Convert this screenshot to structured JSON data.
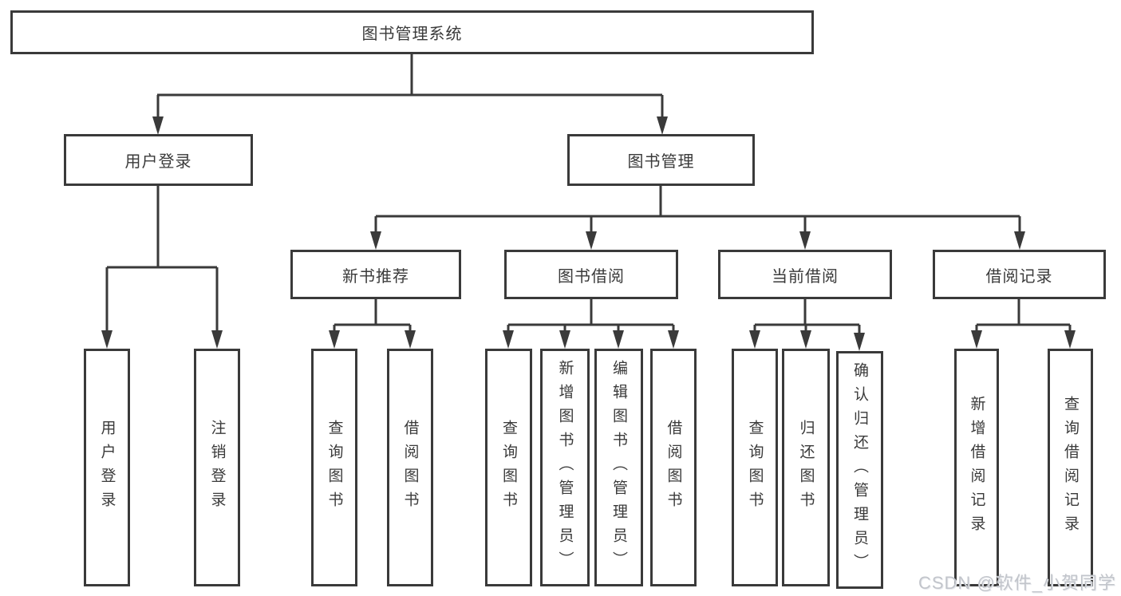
{
  "colors": {
    "line": "#3a3a3a",
    "box_border": "#3a3a3a",
    "text": "#3a3a3a",
    "background": "#ffffff",
    "watermark": "#c2c5cb"
  },
  "watermark": {
    "text": "CSDN @软件_小贺同学"
  },
  "tree": {
    "label": "图书管理系统",
    "children": [
      {
        "label": "用户登录",
        "children": [
          {
            "label": "用户登录"
          },
          {
            "label": "注销登录"
          }
        ]
      },
      {
        "label": "图书管理",
        "children": [
          {
            "label": "新书推荐",
            "children": [
              {
                "label": "查询图书"
              },
              {
                "label": "借阅图书"
              }
            ]
          },
          {
            "label": "图书借阅",
            "children": [
              {
                "label": "查询图书"
              },
              {
                "label": "新增图书（管理员）"
              },
              {
                "label": "编辑图书（管理员）"
              },
              {
                "label": "借阅图书"
              }
            ]
          },
          {
            "label": "当前借阅",
            "children": [
              {
                "label": "查询图书"
              },
              {
                "label": "归还图书"
              },
              {
                "label": "确认归还（管理员）"
              }
            ]
          },
          {
            "label": "借阅记录",
            "children": [
              {
                "label": "新增借阅记录"
              },
              {
                "label": "查询借阅记录"
              }
            ]
          }
        ]
      }
    ]
  }
}
